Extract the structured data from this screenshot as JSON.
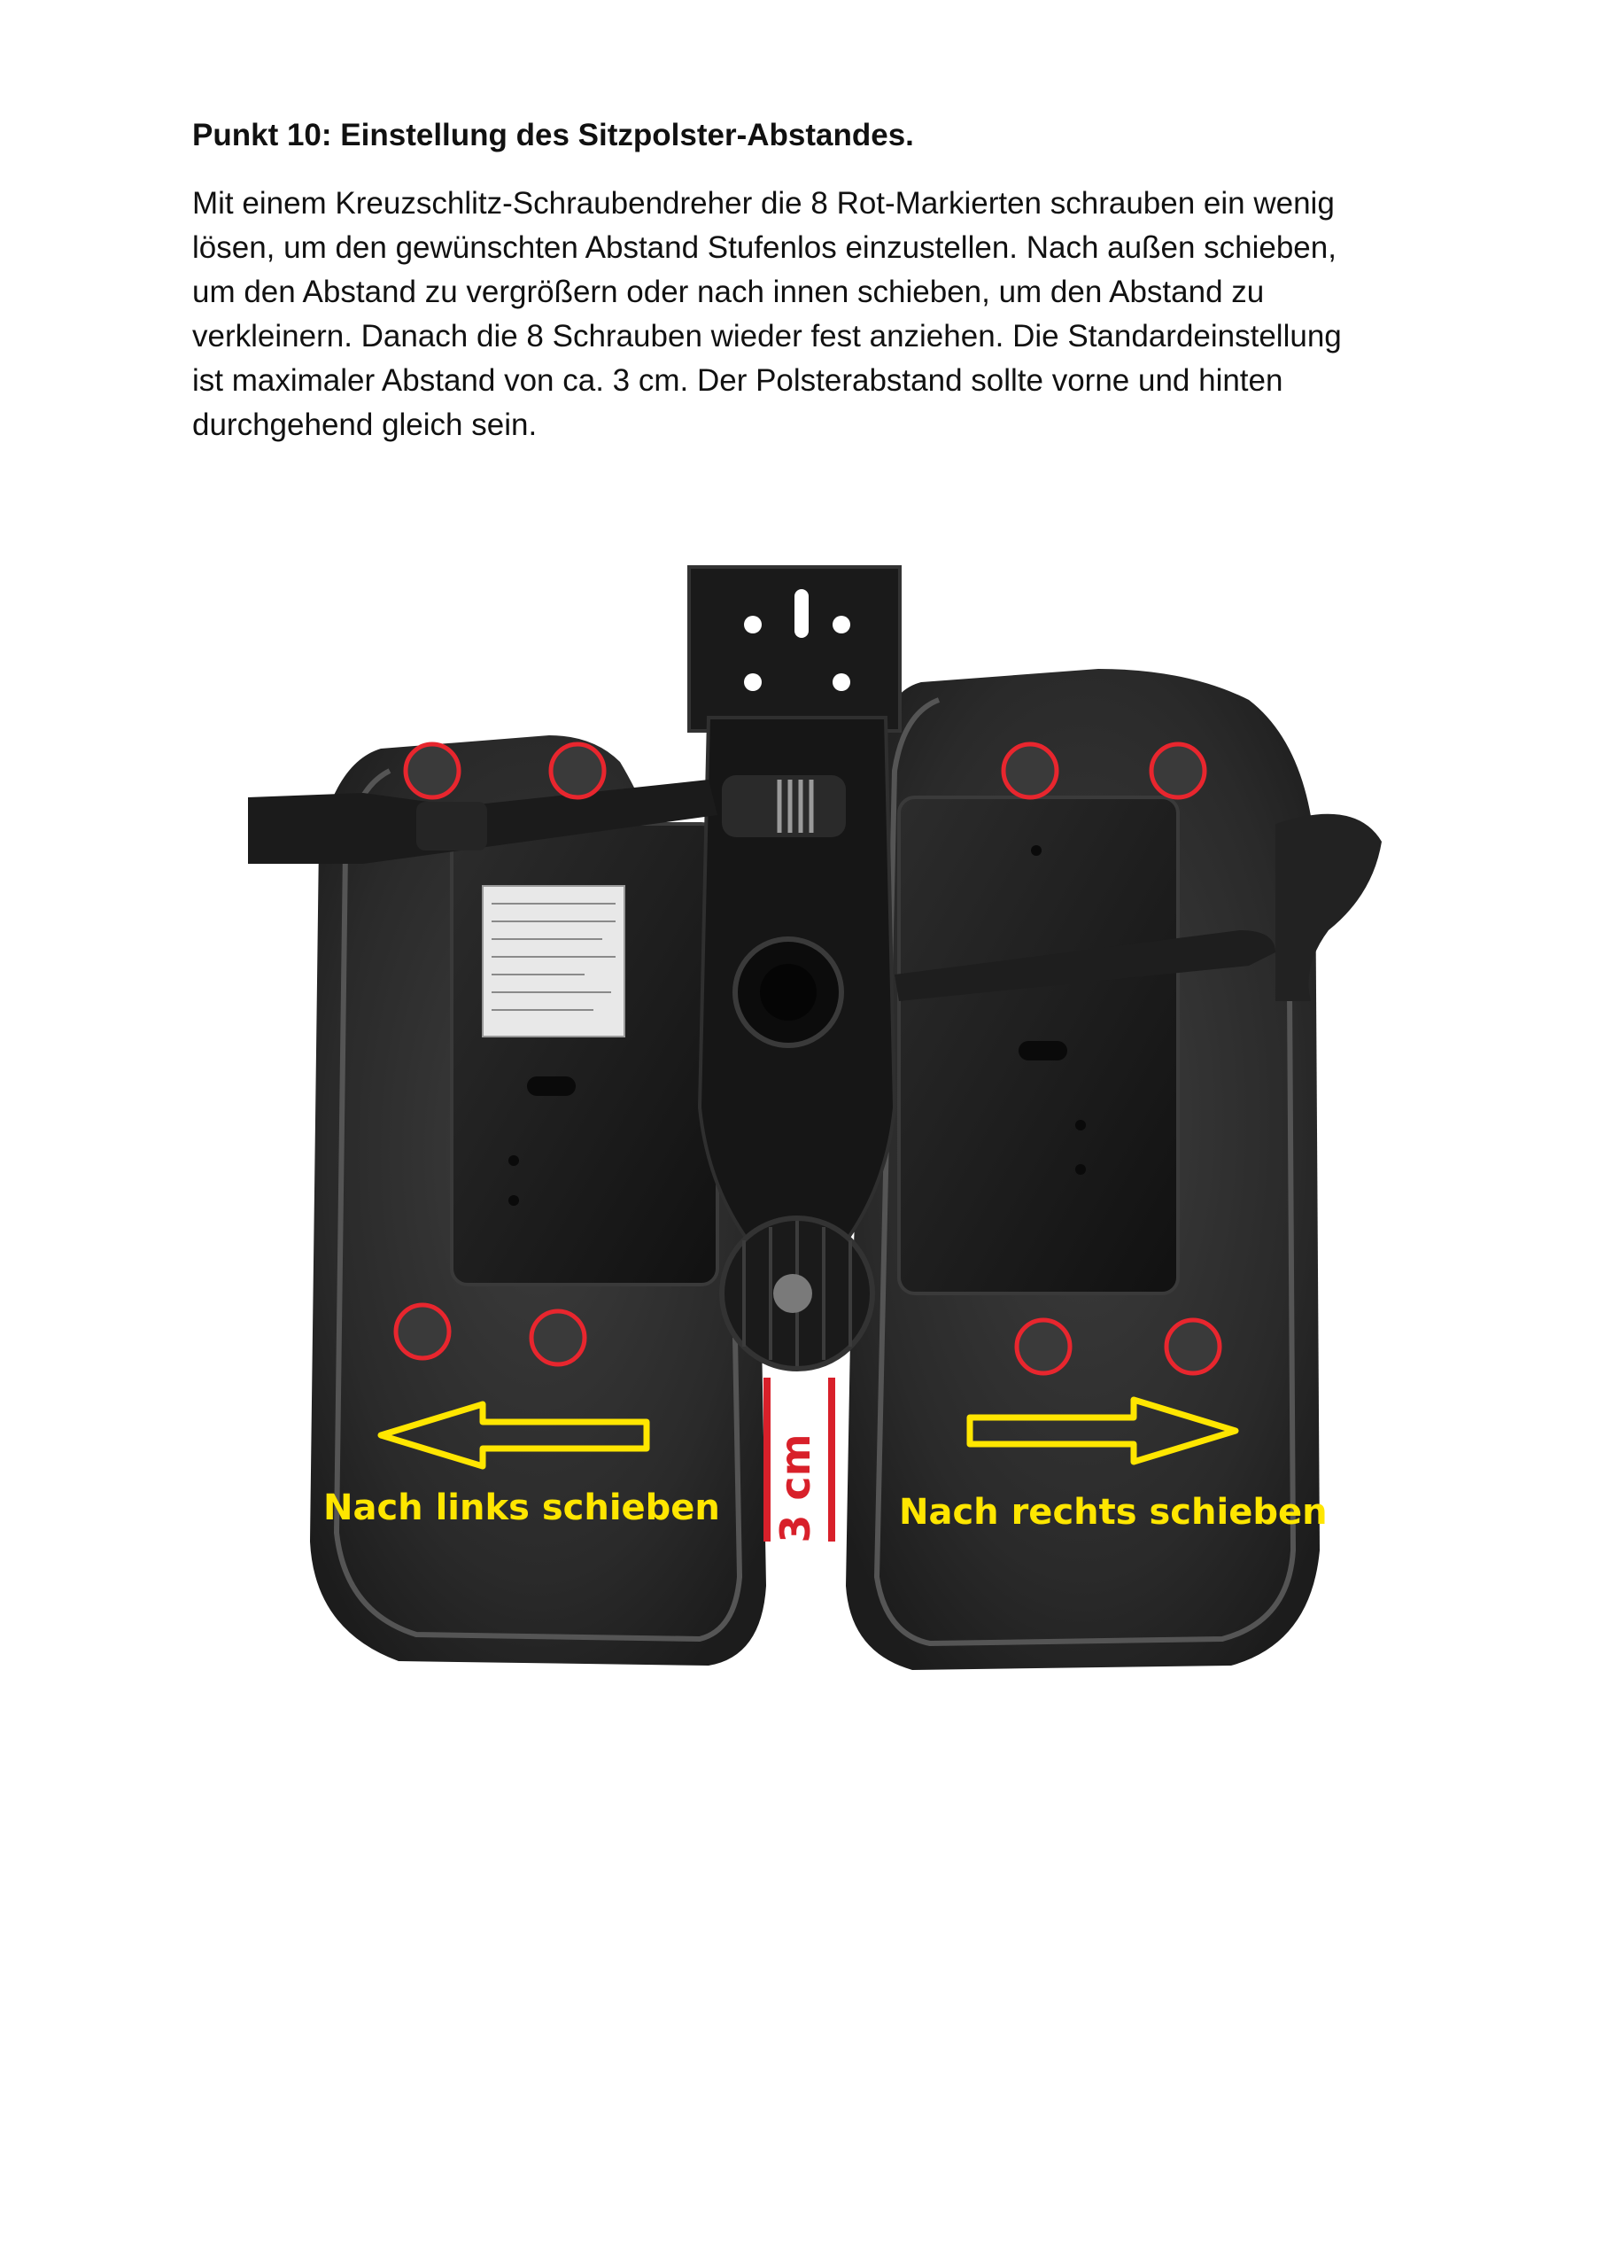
{
  "heading": {
    "bold": "Punkt 10:",
    "text": "Einstellung des Sitzpolster-Abstandes."
  },
  "paragraph_lines": [
    "Mit einem Kreuzschlitz-Schraubendreher die 8 Rot-Markierten schrauben ein wenig",
    "lösen, um den gewünschten Abstand Stufenlos einzustellen. Nach außen schieben,",
    "um den Abstand zu vergrößern oder nach innen schieben, um den Abstand zu",
    "verkleinern. Danach die 8 Schrauben wieder fest anziehen. Die Standardeinstellung",
    "ist maximaler Abstand von ca. 3 cm. Der Polsterabstand sollte vorne und hinten",
    "durchgehend gleich sein."
  ],
  "photo": {
    "left_arrow_label": "Nach links schieben",
    "right_arrow_label": "Nach rechts schieben",
    "gap_label": "3 cm",
    "screw_marker_color": "#e8262e",
    "arrow_color": "#ffe600",
    "gap_color": "#d8202a"
  }
}
